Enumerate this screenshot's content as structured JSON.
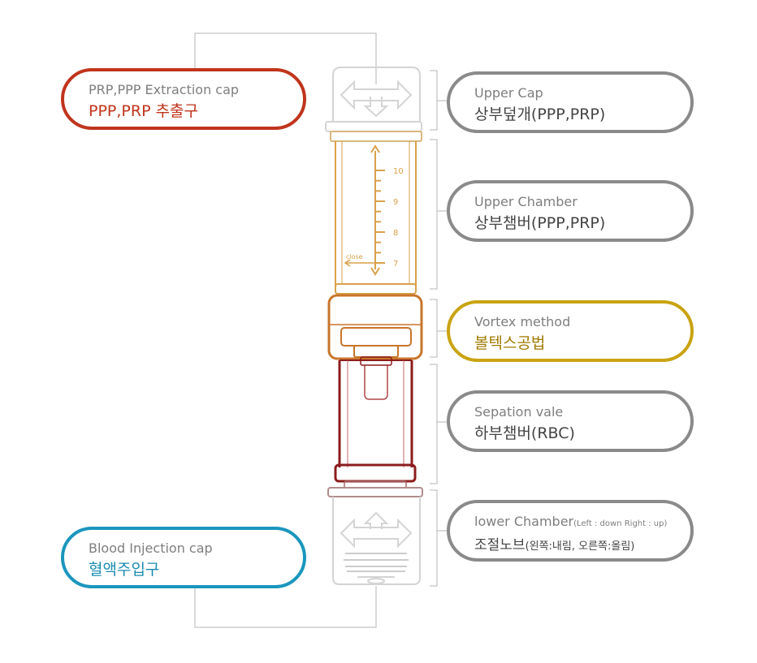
{
  "callouts": {
    "extraction": {
      "en": "PRP,PPP Extraction cap",
      "ko": "PPP,PRP 추출구"
    },
    "blood": {
      "en": "Blood Injection cap",
      "ko": "혈액주입구"
    },
    "upper_cap": {
      "en": "Upper Cap",
      "ko": "상부덮개(PPP,PRP)"
    },
    "upper_chamber": {
      "en": "Upper Chamber",
      "ko": "상부챔버(PPP,PRP)"
    },
    "vortex": {
      "en": "Vortex method",
      "ko": "볼텍스공법"
    },
    "separation": {
      "en": "Sepation vale",
      "ko": "하부챔버(RBC)"
    },
    "lower_chamber": {
      "en": "lower Chamber",
      "en_note": "(Left : down Right : up)",
      "ko": "조절노브",
      "ko_note": "(왼쪽:내림, 오른쪽:올림)"
    }
  },
  "scale": {
    "labels": [
      "10",
      "9",
      "8",
      "7"
    ],
    "close_label": "close"
  },
  "colors": {
    "extraction": "#c0341c",
    "blood": "#1b96bd",
    "vortex": "#c9a312",
    "neutral": "#8a8a8a",
    "chamber_gold": "#d9a14a",
    "ring_orange": "#c9752a",
    "chamber_red": "#8c1c1c",
    "cap_gray": "#d4d4d4"
  }
}
